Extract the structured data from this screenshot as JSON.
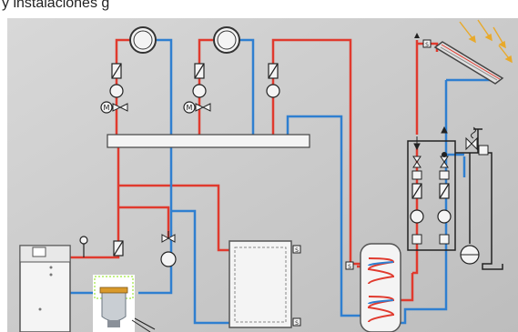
{
  "caption": "y instalaciones g",
  "labels": {
    "sensor_marker": "S",
    "pump_motor": "M"
  },
  "colors": {
    "background": "#c9c9c9",
    "supply_line": "#e03a2e",
    "return_line": "#2f7fd0",
    "black_line": "#222222",
    "sun_ray": "#e8a92a",
    "manifold": "#f4f4f4"
  }
}
